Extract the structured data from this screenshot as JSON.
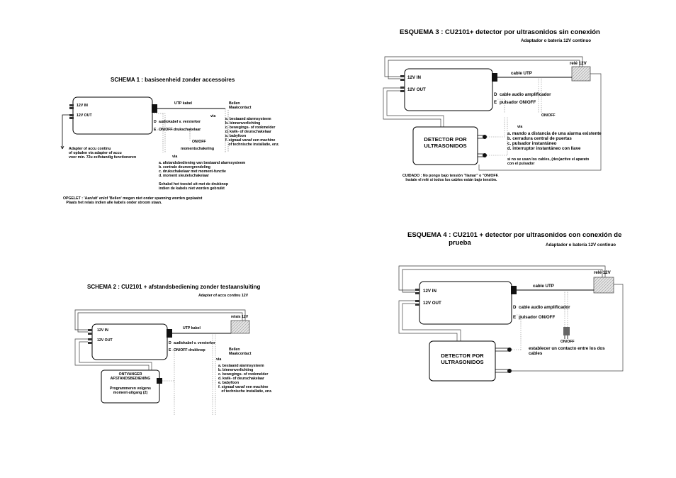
{
  "s1": {
    "title": "SCHEMA 1 : basiseenheid zonder accessoires",
    "in": "12V IN",
    "out": "12V OUT",
    "utp": "UTP kabel",
    "bellen": "Bellen\nMaakcontact",
    "d_pin": "D",
    "audio": "audiokabel v. versterker",
    "e_pin": "E",
    "onoff": "ON/OFF drukschakelaar",
    "via1": "via",
    "list1": "e. bestaand alarmsysteem\nb. binnenverlichting\nc. bewegings- of rookmelder\nd. kwik- of deurschakelaar\ne. babyfoon\nf. signaal vanaf een machine\n   of technische installatie, enz.",
    "onoff2": "ON/OFF",
    "moment": "momentschakeling",
    "adapter": "Adapter of accu continu\nof opladen via adapter of accu\nvoor min. 72u zelfstandig functioneren",
    "via2": "via",
    "list2": "a. afstandsbediening van bestaand alarmsysteem\nb. centrale deurvergrendeling\nc. drukschakelaar met moment-functie\nd. moment sleutelschakelaar",
    "note": "Schakel het toestel uit met de drukknop\nindien de kabels niet worden gebruikt",
    "warn": "OPGELET : 'Aan/uit' en/of 'Bellen' mogen niet onder spanning worden geplaatst\n   Plaats het relais indien alle kabels onder stroom staan."
  },
  "s2": {
    "title": "SCHEMA 2 : CU2101 + afstandsbediening zonder testaansluiting",
    "adapter": "Adapter of accu continu 12V",
    "relais": "relais 12V",
    "in": "12V IN",
    "out": "12V OUT",
    "utp": "UTP kabel",
    "d_pin": "D",
    "audio": "audiokabel v. versterker",
    "e_pin": "E",
    "onoff": "ON/OFF drukknop",
    "bellen": "Bellen\nMaakcontact",
    "via": "via",
    "receiver": "ONTVANGER\nAFSTANDSBEDIENING",
    "prog": "Programmeren volgens\nmoment-uitgang (2)",
    "list": "a. bestaand alarmsysteem\nb. binnenverlichting\nc. bewegings- of rookmelder\nd. kwik- of deurschakelaar\ne. babyfoon\nf. signaal vanaf een machine\n   of technische installatie, enz."
  },
  "s3": {
    "title": "ESQUEMA 3 : CU2101+ detector por ultrasonidos sin conexión",
    "adapter": "Adaptador o batería 12V continuo",
    "rele": "relé 12V",
    "in": "12V IN",
    "out": "12V OUT",
    "utp": "cable UTP",
    "d_pin": "D",
    "audio": "cable audio amplificador",
    "e_pin": "E",
    "pulsador": "pulsador ON/OFF",
    "onoff": "ON/OFF",
    "detector": "DETECTOR POR\nULTRASONIDOS",
    "via": "vía",
    "list": "a. mando a distancia de una alarma existente\nb. cerradura central de puertas\nc. pulsador instantáneo\nd. interruptor instantáneo con llave",
    "note": "si no se usan los cables, (des)active el aparato\ncon el pulsador",
    "warn": "CUIDADO : No pongo bajo tensión \"llamar\" o \"ON/OFF.\n   Instale el relé si todos los cables están bajo tensión."
  },
  "s4": {
    "title": "ESQUEMA 4 : CU2101 + detector por ultrasonidos con conexión de\n                      prueba",
    "adapter": "Adaptador o batería 12V continuo",
    "rele": "relé 12V",
    "in": "12V IN",
    "out": "12V OUT",
    "utp": "cable UTP",
    "d_pin": "D",
    "audio": "cable audio amplificador",
    "e_pin": "E",
    "pulsador": "pulsador ON/OFF",
    "onoff": "ON/OFF",
    "contact": "establecer un contacto entre los dos\ncables",
    "detector": "DETECTOR POR\nULTRASONIDOS"
  }
}
